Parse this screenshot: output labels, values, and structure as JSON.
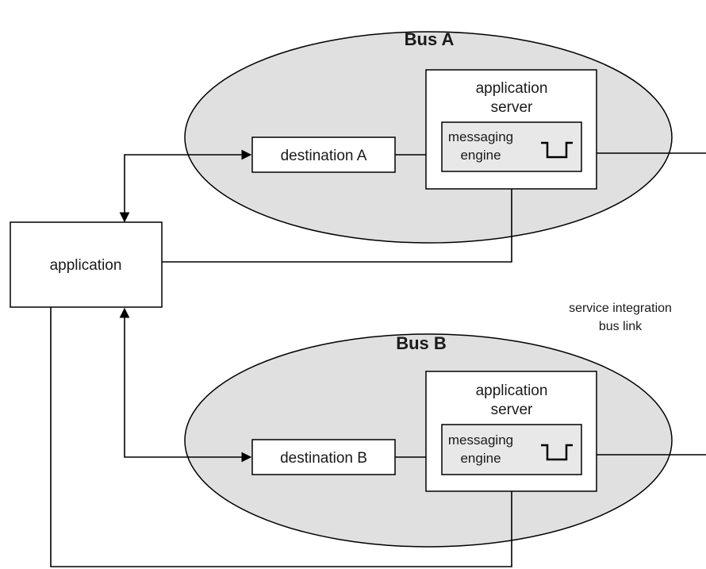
{
  "diagram": {
    "bus_a": {
      "title": "Bus A",
      "server_label_line1": "application",
      "server_label_line2": "server",
      "engine_label_line1": "messaging",
      "engine_label_line2": "engine",
      "destination_label": "destination A"
    },
    "bus_b": {
      "title": "Bus B",
      "server_label_line1": "application",
      "server_label_line2": "server",
      "engine_label_line1": "messaging",
      "engine_label_line2": "engine",
      "destination_label": "destination B"
    },
    "application_label": "application",
    "link_label_line1": "service integration",
    "link_label_line2": "bus link"
  },
  "colors": {
    "bus_fill": "#e0e0e0",
    "engine_fill": "#e8e8e8",
    "stroke": "#000000",
    "box_fill": "#ffffff"
  }
}
